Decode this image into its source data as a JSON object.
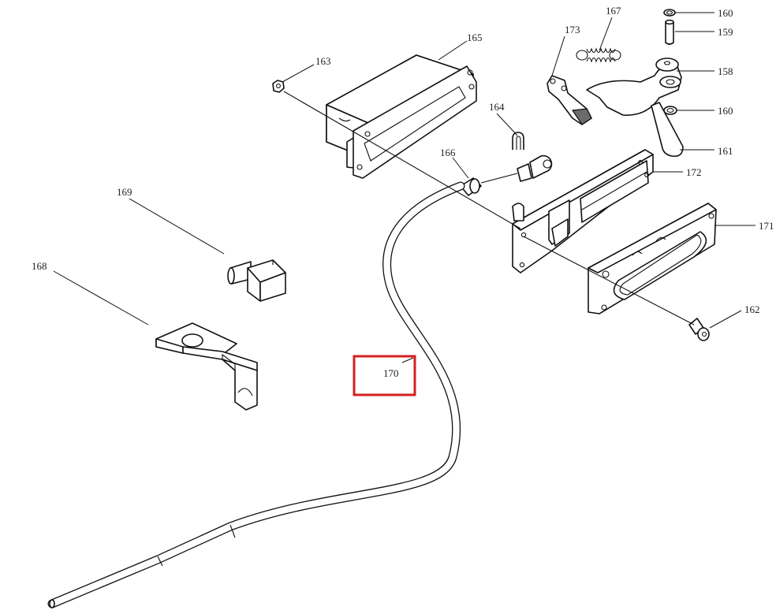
{
  "diagram": {
    "parts": [
      {
        "id": "p160a",
        "label": "160"
      },
      {
        "id": "p159",
        "label": "159"
      },
      {
        "id": "p158",
        "label": "158"
      },
      {
        "id": "p160b",
        "label": "160"
      },
      {
        "id": "p161",
        "label": "161"
      },
      {
        "id": "p167",
        "label": "167"
      },
      {
        "id": "p173",
        "label": "173"
      },
      {
        "id": "p164",
        "label": "164"
      },
      {
        "id": "p165",
        "label": "165"
      },
      {
        "id": "p163",
        "label": "163"
      },
      {
        "id": "p166",
        "label": "166"
      },
      {
        "id": "p172",
        "label": "172"
      },
      {
        "id": "p171",
        "label": "171"
      },
      {
        "id": "p162",
        "label": "162"
      },
      {
        "id": "p169",
        "label": "169"
      },
      {
        "id": "p168",
        "label": "168"
      },
      {
        "id": "p170",
        "label": "170"
      }
    ],
    "highlighted_label": "170",
    "highlight_color": "#d42020"
  }
}
